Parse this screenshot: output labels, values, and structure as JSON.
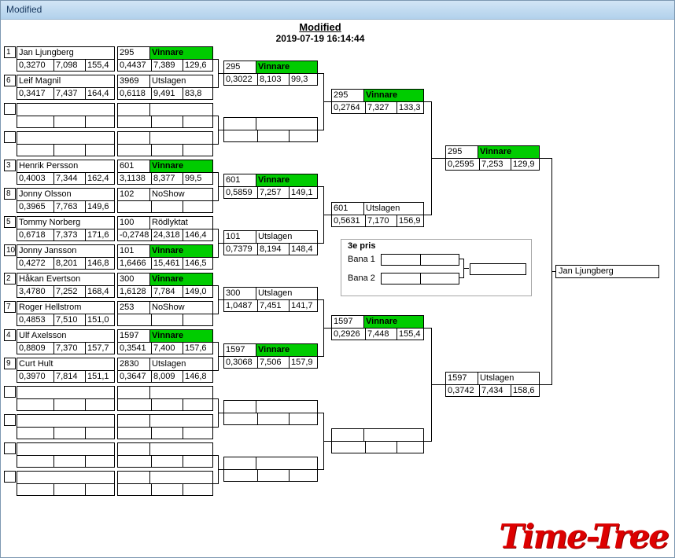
{
  "window": {
    "title": "Modified"
  },
  "header": {
    "title": "Modified",
    "timestamp": "2019-07-19 16:14:44"
  },
  "colors": {
    "winner_green": "#00cc00",
    "logo_red": "#dd0000"
  },
  "round1_entries": [
    {
      "seed": "1",
      "name": "Jan Ljungberg",
      "vals": [
        "0,3270",
        "7,098",
        "155,4"
      ]
    },
    {
      "seed": "6",
      "name": "Leif Magnil",
      "vals": [
        "0,3417",
        "7,437",
        "164,4"
      ]
    },
    {
      "seed": "",
      "name": "",
      "vals": [
        "",
        "",
        ""
      ]
    },
    {
      "seed": "",
      "name": "",
      "vals": [
        "",
        "",
        ""
      ]
    },
    {
      "seed": "3",
      "name": "Henrik Persson",
      "vals": [
        "0,4003",
        "7,344",
        "162,4"
      ]
    },
    {
      "seed": "8",
      "name": "Jonny Olsson",
      "vals": [
        "0,3965",
        "7,763",
        "149,6"
      ]
    },
    {
      "seed": "5",
      "name": "Tommy Norberg",
      "vals": [
        "0,6718",
        "7,373",
        "171,6"
      ]
    },
    {
      "seed": "10",
      "name": "Jonny Jansson",
      "vals": [
        "0,4272",
        "8,201",
        "146,8"
      ]
    },
    {
      "seed": "2",
      "name": "Håkan Evertson",
      "vals": [
        "3,4780",
        "7,252",
        "168,4"
      ]
    },
    {
      "seed": "7",
      "name": "Roger Hellstrom",
      "vals": [
        "0,4853",
        "7,510",
        "151,0"
      ]
    },
    {
      "seed": "4",
      "name": "Ulf Axelsson",
      "vals": [
        "0,8809",
        "7,370",
        "157,7"
      ]
    },
    {
      "seed": "9",
      "name": "Curt Hult",
      "vals": [
        "0,3970",
        "7,814",
        "151,1"
      ]
    },
    {
      "seed": "",
      "name": "",
      "vals": [
        "",
        "",
        ""
      ]
    },
    {
      "seed": "",
      "name": "",
      "vals": [
        "",
        "",
        ""
      ]
    },
    {
      "seed": "",
      "name": "",
      "vals": [
        "",
        "",
        ""
      ]
    },
    {
      "seed": "",
      "name": "",
      "vals": [
        "",
        "",
        ""
      ]
    }
  ],
  "round1_results": [
    {
      "num": "295",
      "status": "Vinnare",
      "win": true,
      "vals": [
        "0,4437",
        "7,389",
        "129,6"
      ]
    },
    {
      "num": "3969",
      "status": "Utslagen",
      "win": false,
      "vals": [
        "0,6118",
        "9,491",
        "83,8"
      ]
    },
    {
      "num": "",
      "status": "",
      "win": false,
      "vals": [
        "",
        "",
        ""
      ]
    },
    {
      "num": "",
      "status": "",
      "win": false,
      "vals": [
        "",
        "",
        ""
      ]
    },
    {
      "num": "601",
      "status": "Vinnare",
      "win": true,
      "vals": [
        "3,1138",
        "8,377",
        "99,5"
      ]
    },
    {
      "num": "102",
      "status": "NoShow",
      "win": false,
      "vals": [
        "",
        "",
        ""
      ]
    },
    {
      "num": "100",
      "status": "Rödlyktat",
      "win": false,
      "vals": [
        "-0,2748",
        "24,318",
        "146,4"
      ]
    },
    {
      "num": "101",
      "status": "Vinnare",
      "win": true,
      "vals": [
        "1,6466",
        "15,461",
        "146,5"
      ]
    },
    {
      "num": "300",
      "status": "Vinnare",
      "win": true,
      "vals": [
        "1,6128",
        "7,784",
        "149,0"
      ]
    },
    {
      "num": "253",
      "status": "NoShow",
      "win": false,
      "vals": [
        "",
        "",
        ""
      ]
    },
    {
      "num": "1597",
      "status": "Vinnare",
      "win": true,
      "vals": [
        "0,3541",
        "7,400",
        "157,6"
      ]
    },
    {
      "num": "2830",
      "status": "Utslagen",
      "win": false,
      "vals": [
        "0,3647",
        "8,009",
        "146,8"
      ]
    },
    {
      "num": "",
      "status": "",
      "win": false,
      "vals": [
        "",
        "",
        ""
      ]
    },
    {
      "num": "",
      "status": "",
      "win": false,
      "vals": [
        "",
        "",
        ""
      ]
    },
    {
      "num": "",
      "status": "",
      "win": false,
      "vals": [
        "",
        "",
        ""
      ]
    },
    {
      "num": "",
      "status": "",
      "win": false,
      "vals": [
        "",
        "",
        ""
      ]
    }
  ],
  "round2_results": [
    {
      "num": "295",
      "status": "Vinnare",
      "win": true,
      "vals": [
        "0,3022",
        "8,103",
        "99,3"
      ]
    },
    {
      "num": "",
      "status": "",
      "win": false,
      "vals": [
        "",
        "",
        ""
      ]
    },
    {
      "num": "601",
      "status": "Vinnare",
      "win": true,
      "vals": [
        "0,5859",
        "7,257",
        "149,1"
      ]
    },
    {
      "num": "101",
      "status": "Utslagen",
      "win": false,
      "vals": [
        "0,7379",
        "8,194",
        "148,4"
      ]
    },
    {
      "num": "300",
      "status": "Utslagen",
      "win": false,
      "vals": [
        "1,0487",
        "7,451",
        "141,7"
      ]
    },
    {
      "num": "1597",
      "status": "Vinnare",
      "win": true,
      "vals": [
        "0,3068",
        "7,506",
        "157,9"
      ]
    },
    {
      "num": "",
      "status": "",
      "win": false,
      "vals": [
        "",
        "",
        ""
      ]
    },
    {
      "num": "",
      "status": "",
      "win": false,
      "vals": [
        "",
        "",
        ""
      ]
    }
  ],
  "semifinal_results": [
    {
      "num": "295",
      "status": "Vinnare",
      "win": true,
      "vals": [
        "0,2764",
        "7,327",
        "133,3"
      ]
    },
    {
      "num": "601",
      "status": "Utslagen",
      "win": false,
      "vals": [
        "0,5631",
        "7,170",
        "156,9"
      ]
    },
    {
      "num": "1597",
      "status": "Vinnare",
      "win": true,
      "vals": [
        "0,2926",
        "7,448",
        "155,4"
      ]
    },
    {
      "num": "",
      "status": "",
      "win": false,
      "vals": [
        "",
        "",
        ""
      ]
    }
  ],
  "final_results": [
    {
      "num": "295",
      "status": "Vinnare",
      "win": true,
      "vals": [
        "0,2595",
        "7,253",
        "129,9"
      ]
    },
    {
      "num": "1597",
      "status": "Utslagen",
      "win": false,
      "vals": [
        "0,3742",
        "7,434",
        "158,6"
      ]
    }
  ],
  "champion": {
    "name": "Jan Ljungberg"
  },
  "third_prize": {
    "title": "3e pris",
    "lane1_label": "Bana 1",
    "lane2_label": "Bana 2"
  },
  "logo": {
    "text": "Time-Tree"
  }
}
